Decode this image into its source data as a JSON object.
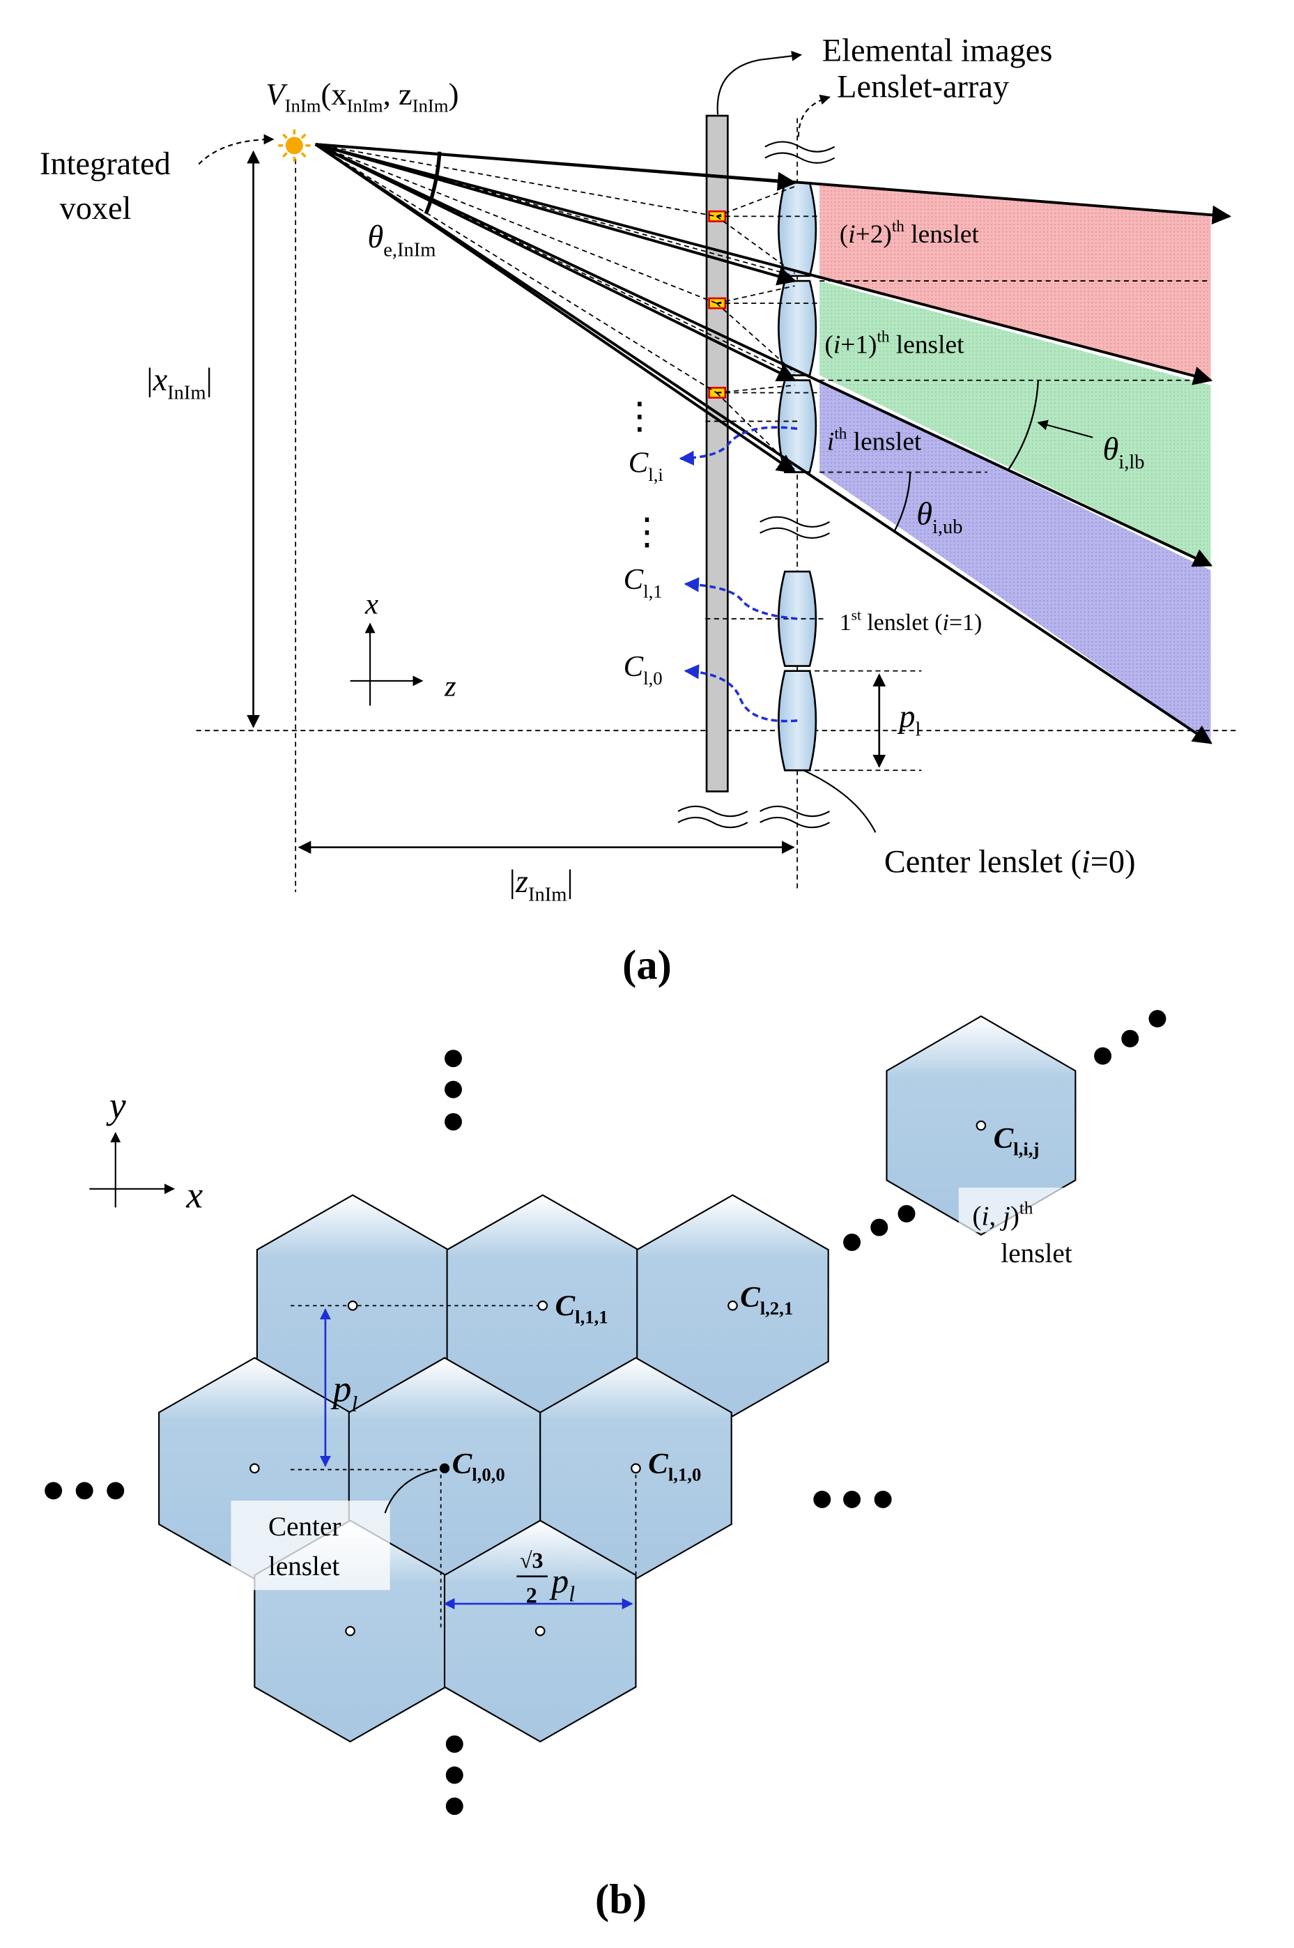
{
  "panel_a": {
    "title_elemental": "Elemental images",
    "title_lenslet_array": "Lenslet-array",
    "voxel_V": "V",
    "voxel_sub": "InIm",
    "voxel_open": "(x",
    "voxel_sub_x": "InIm",
    "voxel_comma": ", z",
    "voxel_sub_z": "InIm",
    "voxel_close": ")",
    "integrated_line1": "Integrated",
    "integrated_line2": "voxel",
    "theta_e": "θ",
    "theta_e_sub": "e,InIm",
    "x_abs_bar_l": "|",
    "x_abs_x": "x",
    "x_abs_sub": "InIm",
    "x_abs_bar_r": "|",
    "z_abs_bar_l": "|",
    "z_abs_z": "z",
    "z_abs_sub": "InIm",
    "z_abs_bar_r": "|",
    "lens_i2_open": "(",
    "lens_i2_i": "i",
    "lens_i2_num": "+2)",
    "lens_i2_sup": "th",
    "lens_i2_word": " lenslet",
    "lens_i1_open": "(",
    "lens_i1_i": "i",
    "lens_i1_num": "+1)",
    "lens_i1_sup": "th",
    "lens_i1_word": " lenslet",
    "lens_i_i": "i",
    "lens_i_sup": "th",
    "lens_i_word": " lenslet",
    "lens_1_num": "1",
    "lens_1_sup": "st",
    "lens_1_word": " lenslet (",
    "lens_1_i": "i",
    "lens_1_eq": "=1)",
    "center_text": "Center lenslet (",
    "center_i": "i",
    "center_eq": "=0)",
    "theta_lb": "θ",
    "theta_lb_sub": "i,lb",
    "theta_ub": "θ",
    "theta_ub_sub": "i,ub",
    "c_li": "C",
    "c_li_sub": "l,i",
    "c_l1": "C",
    "c_l1_sub": "l,1",
    "c_l0": "C",
    "c_l0_sub": "l,0",
    "p_l": "p",
    "p_l_sub": "l",
    "axis_x": "x",
    "axis_z": "z",
    "dots": "⋮",
    "label": "(a)",
    "colors": {
      "red_band": "#f6b7b9",
      "green_band": "#b5e6c2",
      "blue_band": "#b7b5ec",
      "lens_fill": "#c3dcef",
      "sun": "#f6a800"
    }
  },
  "panel_b": {
    "axis_x": "x",
    "axis_y": "y",
    "c_ij": "C",
    "c_ij_sub": "l,i,j",
    "ij_open": "(",
    "ij_i": "i",
    "ij_comma": ", ",
    "ij_j": "j",
    "ij_close": ")",
    "ij_sup": "th",
    "ij_line2": "lenslet",
    "c_11": "C",
    "c_11_sub": "l,1,1",
    "c_21": "C",
    "c_21_sub": "l,2,1",
    "c_00": "C",
    "c_00_sub": "l,0,0",
    "c_10": "C",
    "c_10_sub": "l,1,0",
    "p_l": "p",
    "p_l_sub": "l",
    "center_line1": "Center",
    "center_line2": "lenslet",
    "frac_num": "√3",
    "frac_den": "2",
    "frac_p": "p",
    "frac_p_sub": "l",
    "label": "(b)",
    "colors": {
      "hex_top": "#ffffff",
      "hex_body": "#aecbe4"
    }
  }
}
